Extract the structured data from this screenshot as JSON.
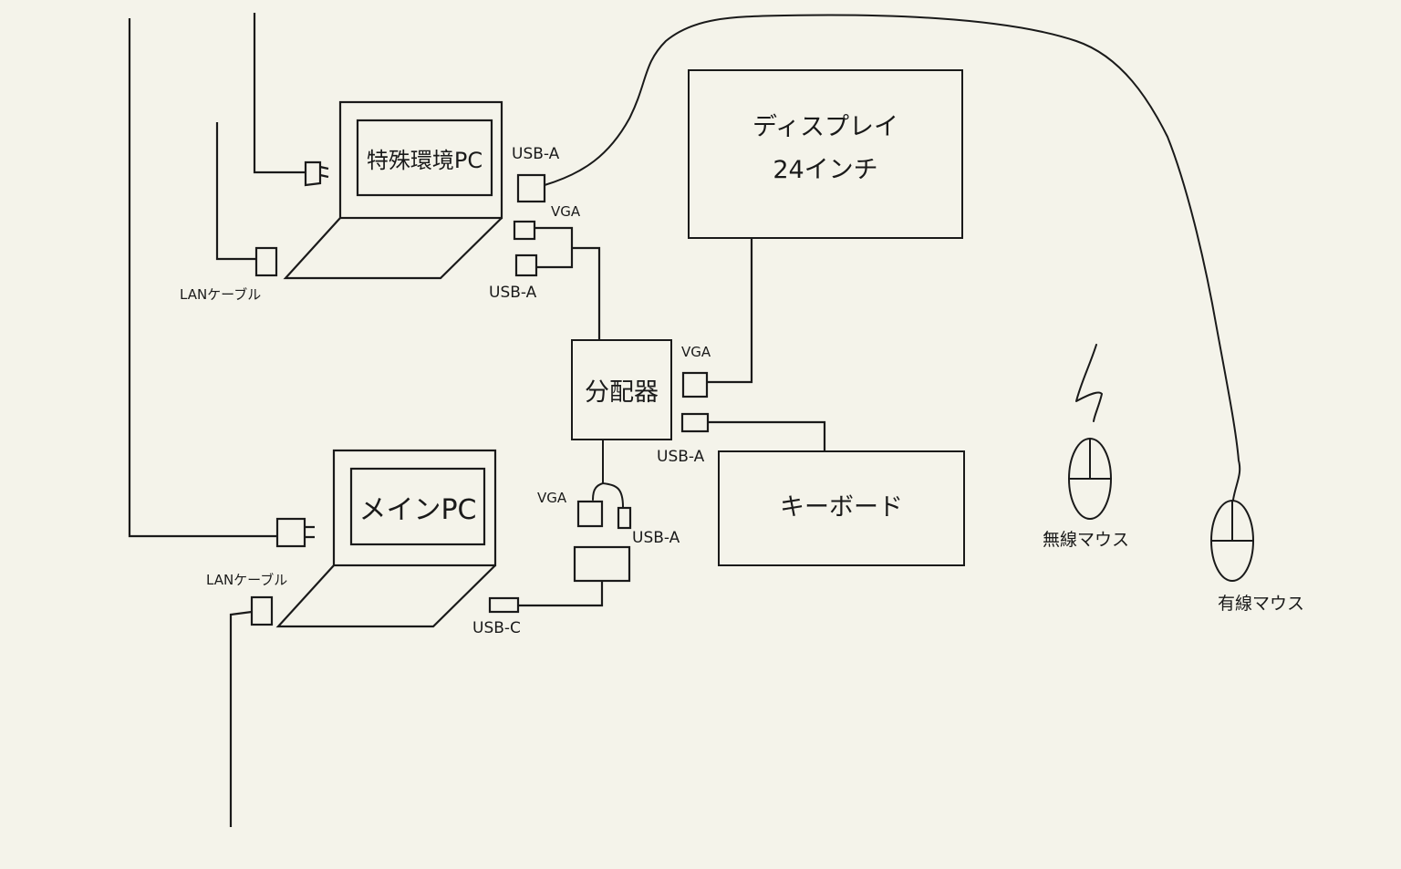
{
  "diagram": {
    "title": "",
    "devices": {
      "special_pc": {
        "label": "特殊環境PC",
        "type": "laptop"
      },
      "main_pc": {
        "label": "メインPC",
        "type": "laptop"
      },
      "display": {
        "label_line1": "ディスプレイ",
        "label_line2": "24インチ",
        "type": "monitor"
      },
      "switcher": {
        "label": "分配器",
        "type": "kvm-switch"
      },
      "keyboard": {
        "label": "キーボード",
        "type": "keyboard"
      },
      "wireless_mouse": {
        "label": "無線マウス",
        "type": "mouse"
      },
      "wired_mouse": {
        "label": "有線マウス",
        "type": "mouse"
      },
      "usb_c_adapter": {
        "label": "",
        "type": "adapter"
      }
    },
    "port_labels": {
      "special_usb_a_top": "USB-A",
      "special_vga": "VGA",
      "special_usb_a_bottom": "USB-A",
      "special_lan": "LANケーブル",
      "main_lan": "LANケーブル",
      "switch_vga_out": "VGA",
      "switch_usb_a_out": "USB-A",
      "switch_vga_in_main": "VGA",
      "switch_usb_a_in_main": "USB-A",
      "main_usb_c": "USB-C"
    },
    "connections": [
      {
        "from": "special_pc",
        "to": "wired_mouse",
        "via": "USB-A"
      },
      {
        "from": "special_pc",
        "to": "switcher",
        "via": "VGA + USB-A"
      },
      {
        "from": "switcher",
        "to": "display",
        "via": "VGA"
      },
      {
        "from": "switcher",
        "to": "keyboard",
        "via": "USB-A"
      },
      {
        "from": "switcher",
        "to": "usb_c_adapter",
        "via": "VGA + USB-A"
      },
      {
        "from": "usb_c_adapter",
        "to": "main_pc",
        "via": "USB-C"
      },
      {
        "from": "special_pc",
        "to": "power",
        "via": "power-plug"
      },
      {
        "from": "main_pc",
        "to": "power",
        "via": "power-plug"
      },
      {
        "from": "special_pc",
        "to": "network",
        "via": "LANケーブル"
      },
      {
        "from": "main_pc",
        "to": "network",
        "via": "LANケーブル"
      },
      {
        "from": "wireless_mouse",
        "to": "wireless",
        "via": "wireless-signal"
      }
    ]
  }
}
